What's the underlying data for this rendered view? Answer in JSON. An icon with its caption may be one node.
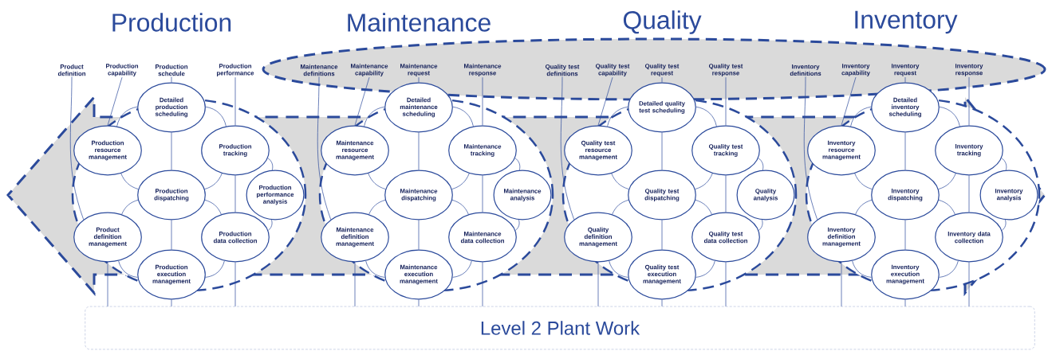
{
  "diagram": {
    "nodes": [
      {
        "text": [
          "Product definition"
        ]
      },
      {
        "text": [
          "Production capability"
        ]
      },
      {
        "text": [
          "Production schedule"
        ]
      },
      {
        "text": [
          "Production performance"
        ]
      },
      {
        "text": [
          "Detailed production scheduling"
        ]
      },
      {
        "text": [
          "Production resource management"
        ]
      },
      {
        "text": [
          "Production tracking"
        ]
      },
      {
        "text": [
          "Production dispatching"
        ]
      },
      {
        "text": [
          "Production performance analysis"
        ]
      },
      {
        "text": [
          "Product definition management"
        ]
      },
      {
        "text": [
          "Production data collection"
        ]
      },
      {
        "text": [
          "Production execution management"
        ]
      },
      {
        "text": [
          "Maintenance definitions"
        ]
      },
      {
        "text": [
          "Maintenance capability"
        ]
      },
      {
        "text": [
          "Maintenance request"
        ]
      },
      {
        "text": [
          "Maintenance response"
        ]
      },
      {
        "text": [
          "Detailed maintenance scheduling"
        ]
      },
      {
        "text": [
          "Maintenance resource management"
        ]
      },
      {
        "text": [
          "Maintenance tracking"
        ]
      },
      {
        "text": [
          "Maintenance dispatching"
        ]
      },
      {
        "text": [
          "Maintenance analysis"
        ]
      },
      {
        "text": [
          "Maintenance definition management"
        ]
      },
      {
        "text": [
          "Maintenance data collection"
        ]
      },
      {
        "text": [
          "Maintenance execution management"
        ]
      },
      {
        "text": [
          "Quality test definitions"
        ]
      },
      {
        "text": [
          "Quality test capability"
        ]
      },
      {
        "text": [
          "Quality test request"
        ]
      },
      {
        "text": [
          "Quality test response"
        ]
      },
      {
        "text": [
          "Detailed quality test scheduling"
        ]
      },
      {
        "text": [
          "Quality test resource management"
        ]
      },
      {
        "text": [
          "Quality test tracking"
        ]
      },
      {
        "text": [
          "Quality test dispatching"
        ]
      },
      {
        "text": [
          "Quality analysis"
        ]
      },
      {
        "text": [
          "Quality definition management"
        ]
      },
      {
        "text": [
          "Quality test data collection"
        ]
      },
      {
        "text": [
          "Quality test execution management"
        ]
      },
      {
        "text": [
          "Inventory definitions"
        ]
      },
      {
        "text": [
          "Inventory capability"
        ]
      },
      {
        "text": [
          "Inventory request"
        ]
      },
      {
        "text": [
          "Inventory response"
        ]
      },
      {
        "text": [
          "Detailed inventory scheduling"
        ]
      },
      {
        "text": [
          "Inventory resource management"
        ]
      },
      {
        "text": [
          "Inventory tracking"
        ]
      },
      {
        "text": [
          "Inventory dispatching"
        ]
      },
      {
        "text": [
          "Inventory analysis"
        ]
      },
      {
        "text": [
          "Inventory definition management"
        ]
      },
      {
        "text": [
          "Inventory data collection"
        ]
      },
      {
        "text": [
          "Inventory execution management"
        ]
      },
      {
        "text": [
          "Level 2 Plant Work"
        ]
      }
    ],
    "edges": [
      {
        "from": 0,
        "to": 9,
        "arrow": "none"
      },
      {
        "from": 1,
        "to": 5,
        "arrow": "none"
      },
      {
        "from": 2,
        "to": 4,
        "arrow": "none"
      },
      {
        "from": 3,
        "to": 6,
        "arrow": "none"
      },
      {
        "from": 4,
        "to": 5,
        "arrow": "none"
      },
      {
        "from": 4,
        "to": 6,
        "arrow": "none"
      },
      {
        "from": 4,
        "to": 7,
        "arrow": "none"
      },
      {
        "from": 5,
        "to": 7,
        "arrow": "none"
      },
      {
        "from": 6,
        "to": 7,
        "arrow": "none"
      },
      {
        "from": 7,
        "to": 9,
        "arrow": "none"
      },
      {
        "from": 7,
        "to": 10,
        "arrow": "none"
      },
      {
        "from": 7,
        "to": 11,
        "arrow": "none"
      },
      {
        "from": 6,
        "to": 10,
        "arrow": "none"
      },
      {
        "from": 6,
        "to": 8,
        "arrow": "none"
      },
      {
        "from": 8,
        "to": 10,
        "arrow": "none"
      },
      {
        "from": 9,
        "to": 11,
        "arrow": "none"
      },
      {
        "from": 10,
        "to": 11,
        "arrow": "none"
      },
      {
        "from": 9,
        "to": 48,
        "arrow": "none"
      },
      {
        "from": 11,
        "to": 48,
        "arrow": "none"
      },
      {
        "from": 10,
        "to": 48,
        "arrow": "none"
      },
      {
        "from": 12,
        "to": 21,
        "arrow": "none"
      },
      {
        "from": 13,
        "to": 17,
        "arrow": "none"
      },
      {
        "from": 14,
        "to": 16,
        "arrow": "none"
      },
      {
        "from": 15,
        "to": 18,
        "arrow": "none"
      },
      {
        "from": 16,
        "to": 17,
        "arrow": "none"
      },
      {
        "from": 16,
        "to": 18,
        "arrow": "none"
      },
      {
        "from": 16,
        "to": 19,
        "arrow": "none"
      },
      {
        "from": 17,
        "to": 19,
        "arrow": "none"
      },
      {
        "from": 18,
        "to": 19,
        "arrow": "none"
      },
      {
        "from": 19,
        "to": 21,
        "arrow": "none"
      },
      {
        "from": 19,
        "to": 22,
        "arrow": "none"
      },
      {
        "from": 19,
        "to": 23,
        "arrow": "none"
      },
      {
        "from": 18,
        "to": 22,
        "arrow": "none"
      },
      {
        "from": 18,
        "to": 20,
        "arrow": "none"
      },
      {
        "from": 20,
        "to": 22,
        "arrow": "none"
      },
      {
        "from": 21,
        "to": 23,
        "arrow": "none"
      },
      {
        "from": 22,
        "to": 23,
        "arrow": "none"
      },
      {
        "from": 21,
        "to": 48,
        "arrow": "none"
      },
      {
        "from": 23,
        "to": 48,
        "arrow": "none"
      },
      {
        "from": 22,
        "to": 48,
        "arrow": "none"
      },
      {
        "from": 24,
        "to": 33,
        "arrow": "none"
      },
      {
        "from": 25,
        "to": 29,
        "arrow": "none"
      },
      {
        "from": 26,
        "to": 28,
        "arrow": "none"
      },
      {
        "from": 27,
        "to": 30,
        "arrow": "none"
      },
      {
        "from": 28,
        "to": 29,
        "arrow": "none"
      },
      {
        "from": 28,
        "to": 30,
        "arrow": "none"
      },
      {
        "from": 28,
        "to": 31,
        "arrow": "none"
      },
      {
        "from": 29,
        "to": 31,
        "arrow": "none"
      },
      {
        "from": 30,
        "to": 31,
        "arrow": "none"
      },
      {
        "from": 31,
        "to": 33,
        "arrow": "none"
      },
      {
        "from": 31,
        "to": 34,
        "arrow": "none"
      },
      {
        "from": 31,
        "to": 35,
        "arrow": "none"
      },
      {
        "from": 30,
        "to": 34,
        "arrow": "none"
      },
      {
        "from": 30,
        "to": 32,
        "arrow": "none"
      },
      {
        "from": 32,
        "to": 34,
        "arrow": "none"
      },
      {
        "from": 33,
        "to": 35,
        "arrow": "none"
      },
      {
        "from": 34,
        "to": 35,
        "arrow": "none"
      },
      {
        "from": 33,
        "to": 48,
        "arrow": "none"
      },
      {
        "from": 35,
        "to": 48,
        "arrow": "none"
      },
      {
        "from": 34,
        "to": 48,
        "arrow": "none"
      },
      {
        "from": 36,
        "to": 45,
        "arrow": "none"
      },
      {
        "from": 37,
        "to": 41,
        "arrow": "none"
      },
      {
        "from": 38,
        "to": 40,
        "arrow": "none"
      },
      {
        "from": 39,
        "to": 42,
        "arrow": "none"
      },
      {
        "from": 40,
        "to": 41,
        "arrow": "none"
      },
      {
        "from": 40,
        "to": 42,
        "arrow": "none"
      },
      {
        "from": 40,
        "to": 43,
        "arrow": "none"
      },
      {
        "from": 41,
        "to": 43,
        "arrow": "none"
      },
      {
        "from": 42,
        "to": 43,
        "arrow": "none"
      },
      {
        "from": 43,
        "to": 45,
        "arrow": "none"
      },
      {
        "from": 43,
        "to": 46,
        "arrow": "none"
      },
      {
        "from": 43,
        "to": 47,
        "arrow": "none"
      },
      {
        "from": 42,
        "to": 46,
        "arrow": "none"
      },
      {
        "from": 42,
        "to": 44,
        "arrow": "none"
      },
      {
        "from": 44,
        "to": 46,
        "arrow": "none"
      },
      {
        "from": 45,
        "to": 47,
        "arrow": "none"
      },
      {
        "from": 46,
        "to": 47,
        "arrow": "none"
      },
      {
        "from": 45,
        "to": 48,
        "arrow": "none"
      },
      {
        "from": 47,
        "to": 48,
        "arrow": "none"
      },
      {
        "from": 46,
        "to": 48,
        "arrow": "none"
      }
    ],
    "labels": [
      "Production",
      "Maintenance",
      "Quality",
      "Inventory"
    ]
  }
}
